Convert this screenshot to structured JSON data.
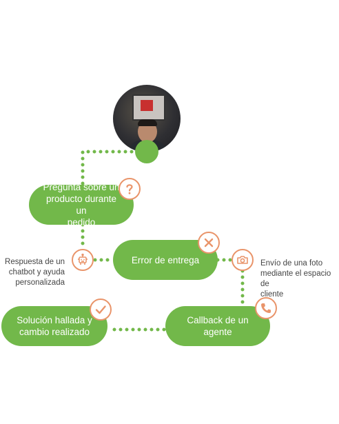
{
  "nodes": {
    "question": "Pregunta sobre un\nproducto durante un\npedido",
    "delivery_error": "Error de entrega",
    "agent_callback": "Callback de un agente",
    "solution": "Solución hallada y\ncambio realizado"
  },
  "side_notes": {
    "chatbot": "Respuesta de un\nchatbot y ayuda\npersonalizada",
    "photo": "Envío de una foto\nmediante el espacio de\ncliente"
  },
  "icons": {
    "question": "question-mark-icon",
    "error": "x-mark-icon",
    "robot": "robot-icon",
    "camera": "camera-icon",
    "phone": "phone-icon",
    "check": "checkmark-icon"
  },
  "colors": {
    "green": "#72b84a",
    "accent_orange": "#e9946a",
    "text_gray": "#444444"
  }
}
